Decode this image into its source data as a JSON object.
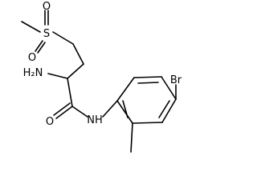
{
  "molecule": {
    "atoms": {
      "sulfur": "S",
      "oxygen_top": "O",
      "oxygen_bottom": "O",
      "amine": "H₂N",
      "carbonyl_oxygen": "O",
      "amide_nitrogen": "NH",
      "bromine": "Br"
    },
    "colors": {
      "bond": "#000000",
      "label": "#000000",
      "background": "#ffffff"
    }
  }
}
